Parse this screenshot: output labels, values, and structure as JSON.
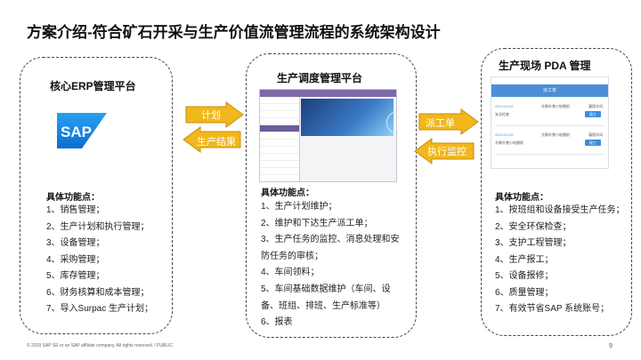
{
  "title": "方案介绍-符合矿石开采与生产价值流管理流程的系统架构设计",
  "panels": {
    "left": {
      "title": "核心ERP管理平台",
      "logo_text": "SAP",
      "features_heading": "具体功能点：",
      "features": [
        "1、销售管理；",
        "2、生产计划和执行管理；",
        "3、设备管理；",
        "4、采购管理；",
        "5、库存管理；",
        "6、财务核算和成本管理；",
        "7、导入Surpac 生产计划；"
      ]
    },
    "middle": {
      "title": "生产调度管理平台",
      "features_heading": "具体功能点：",
      "features": [
        "1、生产计划维护；",
        "2、维护和下达生产派工单；",
        "3、生产任务的监控、消息处理和安防任务的审核；",
        "4、车间领料；",
        "5、车间基础数据维护（车间、设备、班组、排班、生产标准等）",
        "6、报表"
      ]
    },
    "right": {
      "title": "生产现场 PDA 管理",
      "features_heading": "具体功能点：",
      "features": [
        "1、按班组和设备接受生产任务；",
        "2、安全环保检查；",
        "3、支护工程管理；",
        "4、生产报工；",
        "5、设备报修；",
        "6、质量管理；",
        "7、有效节省SAP 系统账号；"
      ]
    }
  },
  "arrows": {
    "plan": "计划",
    "production_result": "生产结果",
    "dispatch": "派工单",
    "execution_monitor": "执行监控"
  },
  "pda_screen": {
    "header": "派工单",
    "cards": [
      {
        "date": "2019-02-02",
        "task": "安全检查",
        "location": "东脉外巷小轮圈前",
        "right": "凝固车间",
        "button": "接工"
      },
      {
        "date": "2019-02-02",
        "task": "东脉外巷小轮圈前",
        "location": "东脉外巷小轮圈前",
        "right": "凝固车间",
        "button": "接工"
      }
    ]
  },
  "colors": {
    "arrow_fill": "#f1b71c",
    "arrow_stroke": "#c98e0a",
    "sap_blue": "#0a6ed1"
  },
  "footer": "© 2019 SAP SE or an SAP affiliate company. All rights reserved.  ǀ  PUBLIC",
  "page_number": "9"
}
